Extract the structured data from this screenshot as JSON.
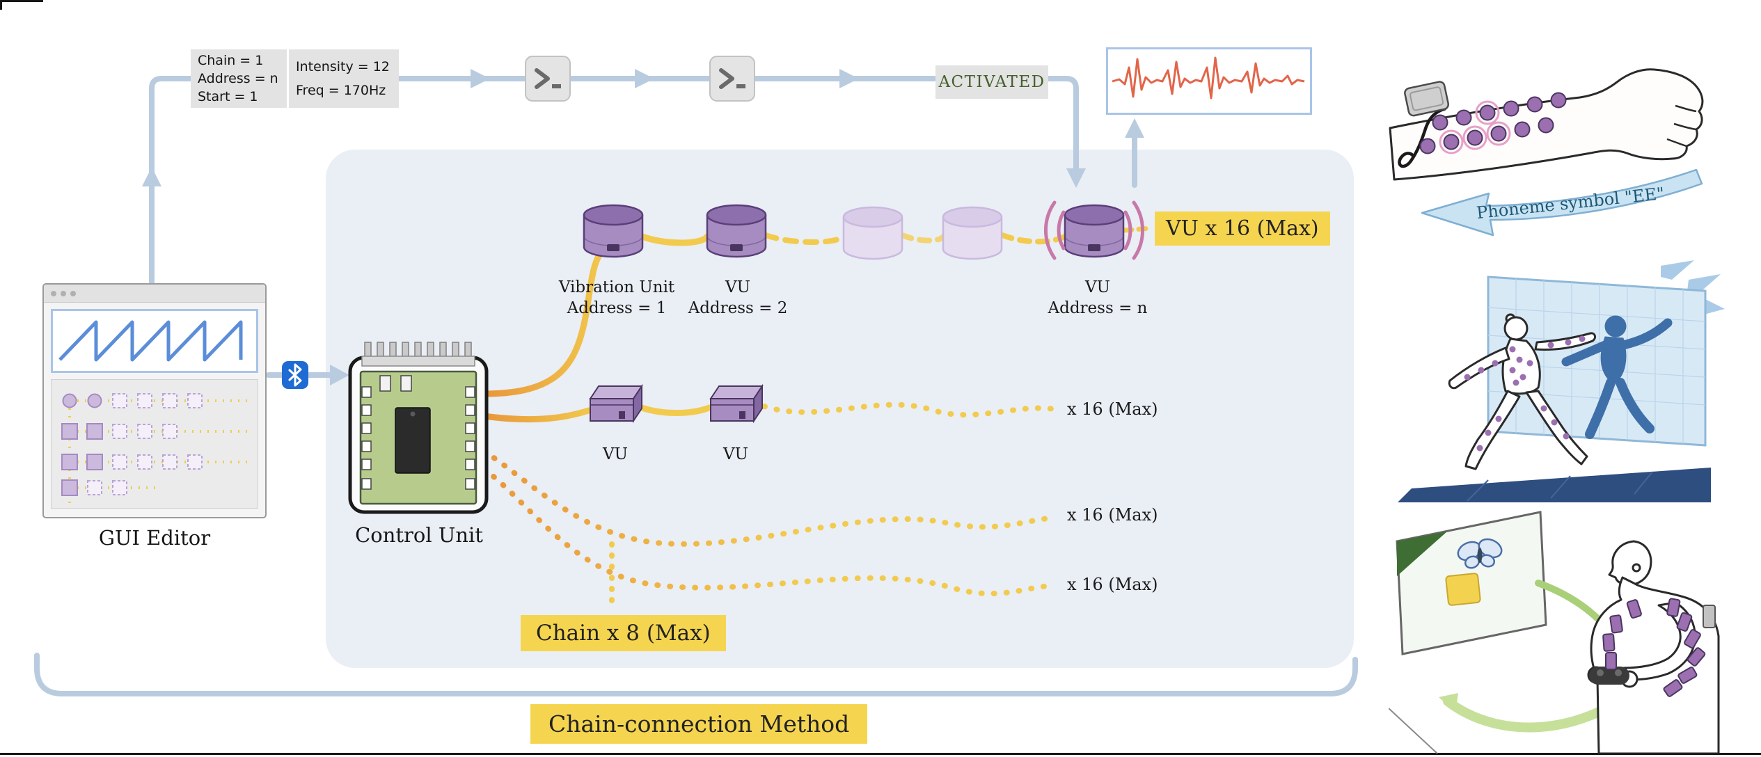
{
  "figure": {
    "caption": "Chain-connection Method"
  },
  "top_flow": {
    "param_box_chain": {
      "lines": [
        "Chain = 1",
        "Address = n",
        "Start = 1"
      ]
    },
    "param_box_signal": {
      "lines": [
        "Intensity = 12",
        "Freq = 170Hz"
      ]
    },
    "activated_label": "ACTIVATED"
  },
  "gui_editor": {
    "caption": "GUI Editor"
  },
  "control_unit": {
    "caption": "Control Unit"
  },
  "chain1": {
    "unit1": {
      "line1": "Vibration Unit",
      "line2": "Address = 1"
    },
    "unit2": {
      "line1": "VU",
      "line2": "Address = 2"
    },
    "unit_n": {
      "line1": "VU",
      "line2": "Address = n"
    },
    "max_label": "VU x 16 (Max)"
  },
  "chain2": {
    "unit1_label": "VU",
    "unit2_label": "VU",
    "max_label": "x 16 (Max)"
  },
  "chain3": {
    "max_label": "x 16 (Max)"
  },
  "chain4": {
    "max_label": "x 16 (Max)"
  },
  "chain_count_label": "Chain x 8 (Max)",
  "illustrations": {
    "arm": {
      "caption": "Phoneme symbol \"EE\""
    }
  },
  "icons": [
    "bluetooth-icon",
    "terminal-prompt-icon",
    "window-dots-icon",
    "signal-waveform-icon"
  ],
  "colors": {
    "accent_yellow": "#F5D54F",
    "wire_orange": "#E8973A",
    "wire_yellow": "#F2CB4E",
    "unit_purple": "#A78CC2",
    "flow_blue": "#B9CBDF",
    "panel_background": "#EAEEF5",
    "activated_green": "#44602C",
    "waveform_red": "#E2654A",
    "bluetooth_blue": "#1D6BD3"
  }
}
